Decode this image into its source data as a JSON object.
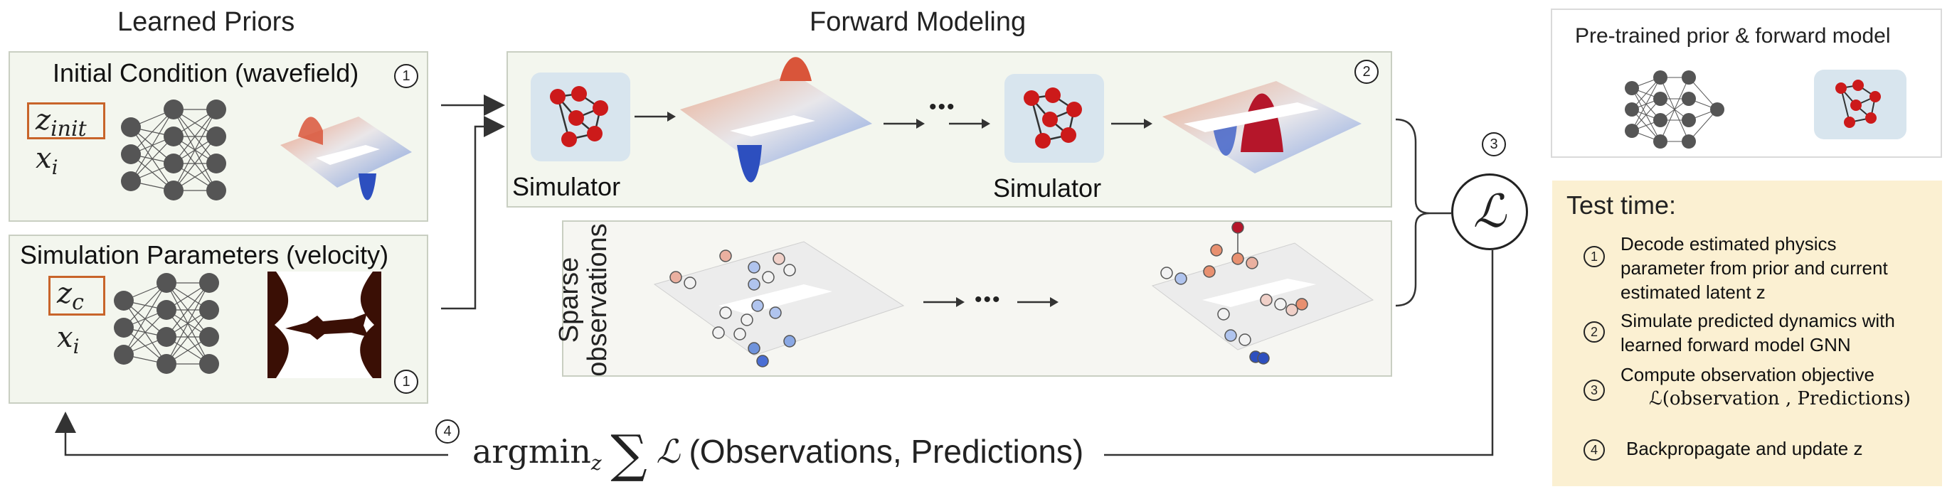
{
  "titles": {
    "learned_priors": "Learned Priors",
    "forward_modeling": "Forward Modeling"
  },
  "initial_condition": {
    "title": "Initial Condition (wavefield)",
    "latent_main": "z",
    "latent_sub": "init",
    "input_main": "x",
    "input_sub": "i",
    "step": "1"
  },
  "simulation_parameters": {
    "title": "Simulation Parameters (velocity)",
    "latent_main": "z",
    "latent_sub": "c",
    "input_main": "x",
    "input_sub": "i",
    "step": "1"
  },
  "forward": {
    "simulator_label_1": "Simulator",
    "simulator_label_2": "Simulator",
    "ellipsis": "•••",
    "step": "2"
  },
  "observations": {
    "label_line1": "Sparse",
    "label_line2": "observations",
    "ellipsis": "•••"
  },
  "loss": {
    "symbol": "ℒ",
    "step": "3"
  },
  "objective": {
    "argmin": "argmin",
    "sub": "z",
    "sum": "∑",
    "loss": "ℒ",
    "args": "(Observations, Predictions)",
    "step": "4"
  },
  "legend": {
    "title": "Pre-trained prior & forward model"
  },
  "test_time": {
    "title": "Test time:",
    "items": [
      {
        "num": "1",
        "line1": "Decode estimated physics",
        "line2": "parameter from prior and current",
        "line3": "estimated latent z"
      },
      {
        "num": "2",
        "line1": "Simulate predicted dynamics with",
        "line2": "learned forward model GNN"
      },
      {
        "num": "3",
        "line1": "Compute observation objective",
        "line2": "ℒ(observation , Predictions)"
      },
      {
        "num": "4",
        "line1": "Backpropagate and update z"
      }
    ]
  },
  "colors": {
    "panel_bg": "#f3f6ee",
    "latent_border": "#c8642a",
    "test_time_bg": "#fbf0d2",
    "node_dark": "#555555",
    "graph_node": "#cc1a1a",
    "sim_bg": "#d8e5ee"
  }
}
